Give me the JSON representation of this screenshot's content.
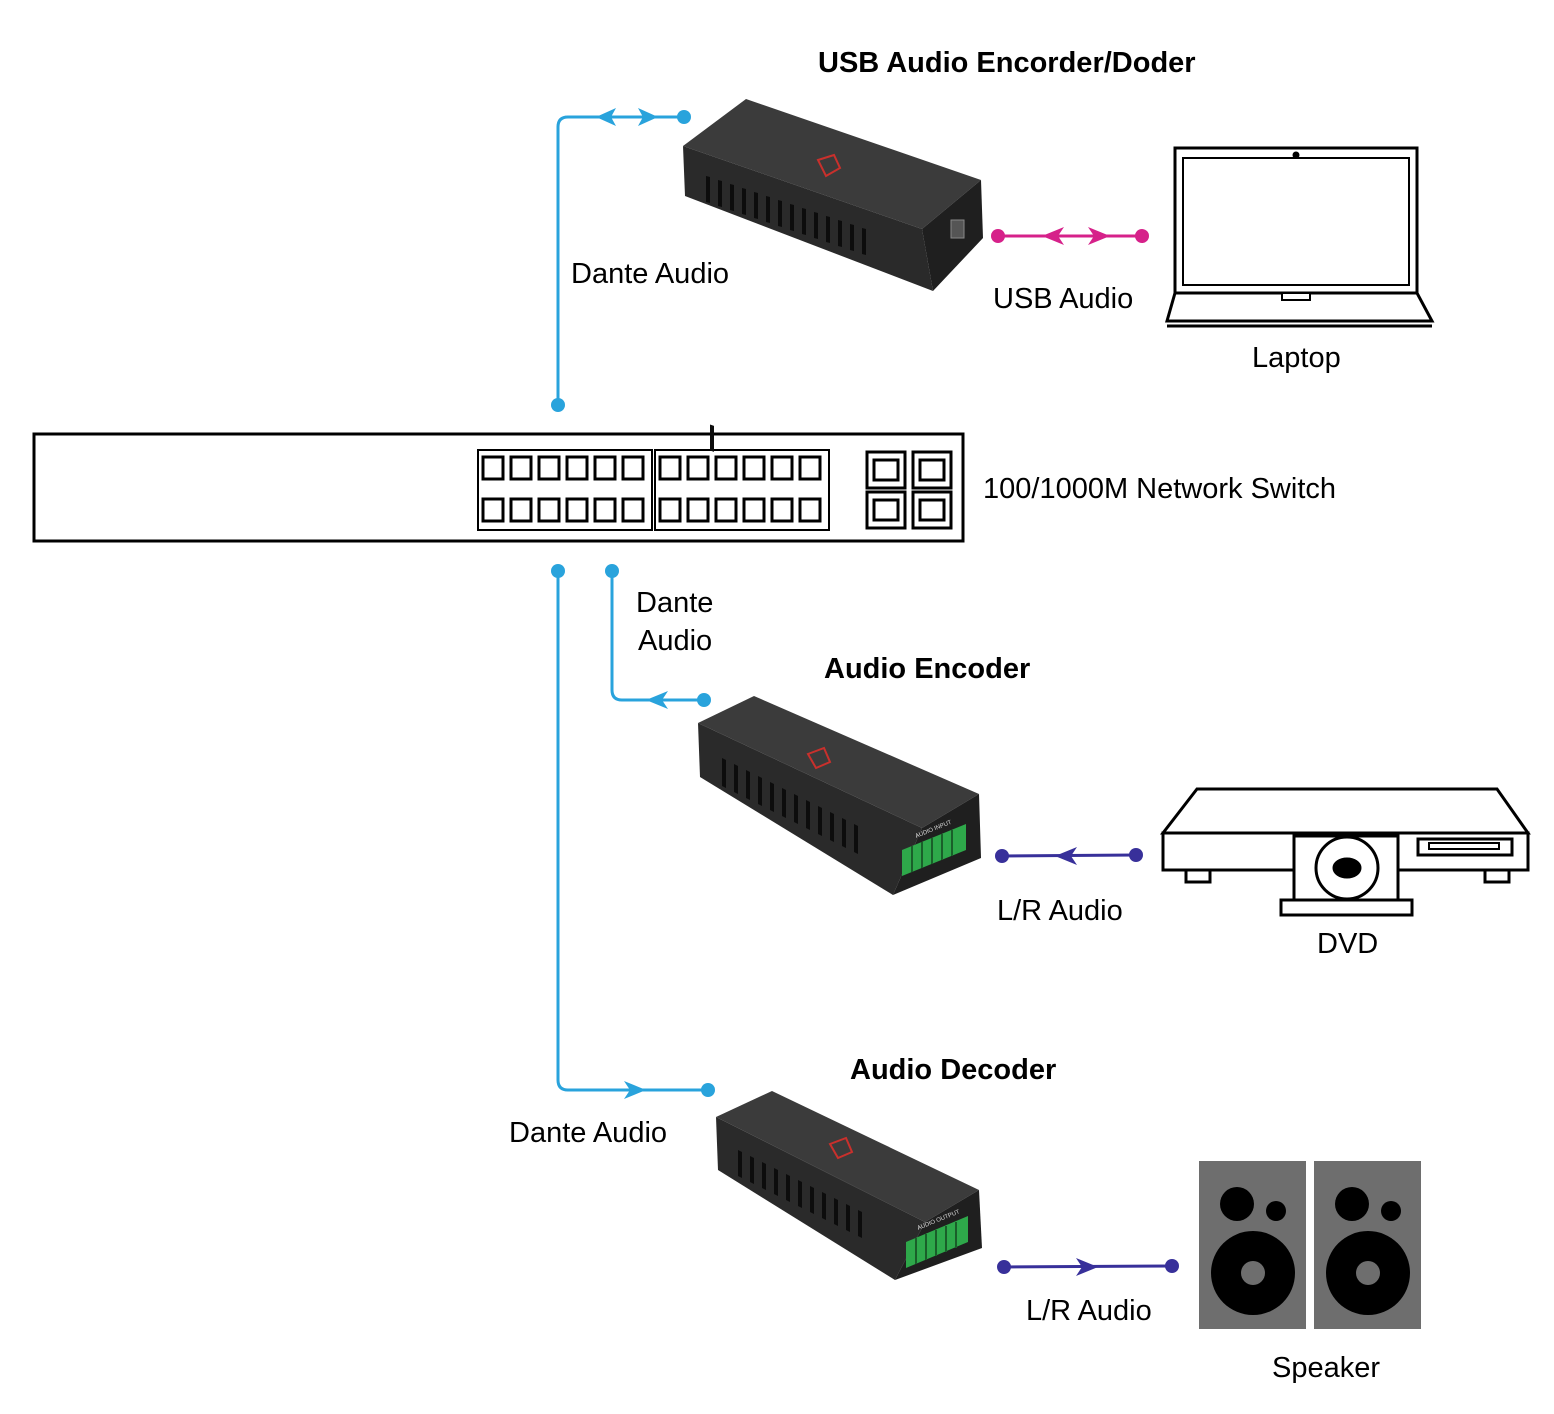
{
  "devices": {
    "usb_codec": {
      "title": "USB Audio Encorder/Doder"
    },
    "laptop": {
      "label": "Laptop"
    },
    "switch": {
      "label": "100/1000M Network Switch"
    },
    "encoder": {
      "title": "Audio Encoder",
      "panel_text": "AUDIO INPUT"
    },
    "dvd": {
      "label": "DVD"
    },
    "decoder": {
      "title": "Audio Decoder",
      "panel_text": "AUDIO OUTPUT"
    },
    "speaker": {
      "label": "Speaker"
    }
  },
  "links": {
    "top_dante": {
      "label": "Dante Audio",
      "color": "#29a3dc"
    },
    "usb_audio": {
      "label": "USB Audio",
      "color": "#d6218a"
    },
    "mid_dante": {
      "label_line1": "Dante",
      "label_line2": "Audio",
      "color": "#29a3dc"
    },
    "lr_in": {
      "label": "L/R Audio",
      "color": "#38309a"
    },
    "bottom_dante": {
      "label": "Dante Audio",
      "color": "#29a3dc"
    },
    "lr_out": {
      "label": "L/R Audio",
      "color": "#38309a"
    }
  },
  "colors": {
    "device_body": "#2b2b2b",
    "device_top": "#3a3a3a",
    "terminal_green": "#2ea84a",
    "logo_red": "#c9302c",
    "speaker_gray": "#6e6e6e"
  }
}
